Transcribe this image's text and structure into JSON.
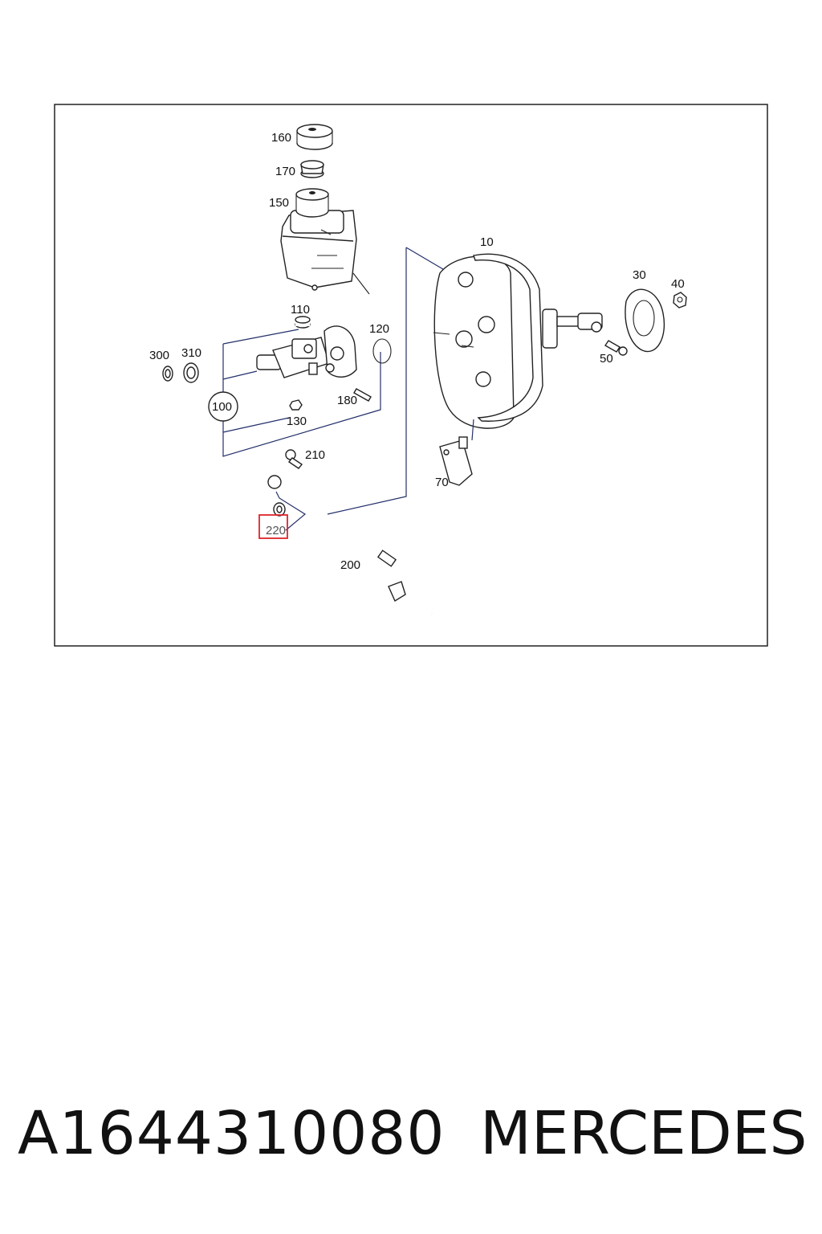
{
  "diagram": {
    "callouts": [
      {
        "id": "160",
        "text": "160"
      },
      {
        "id": "170",
        "text": "170"
      },
      {
        "id": "150",
        "text": "150"
      },
      {
        "id": "10",
        "text": "10"
      },
      {
        "id": "30",
        "text": "30"
      },
      {
        "id": "40",
        "text": "40"
      },
      {
        "id": "110",
        "text": "110"
      },
      {
        "id": "120",
        "text": "120"
      },
      {
        "id": "300",
        "text": "300"
      },
      {
        "id": "310",
        "text": "310"
      },
      {
        "id": "100",
        "text": "100"
      },
      {
        "id": "130",
        "text": "130"
      },
      {
        "id": "180",
        "text": "180"
      },
      {
        "id": "50",
        "text": "50"
      },
      {
        "id": "210",
        "text": "210"
      },
      {
        "id": "70",
        "text": "70"
      },
      {
        "id": "220",
        "text": "220"
      },
      {
        "id": "200",
        "text": "200"
      }
    ],
    "highlighted_callout": "220",
    "highlight_color": "#e0242b",
    "leader_color": "#24306b"
  },
  "footer": {
    "part_number": "A1644310080",
    "brand": "MERCEDES"
  }
}
